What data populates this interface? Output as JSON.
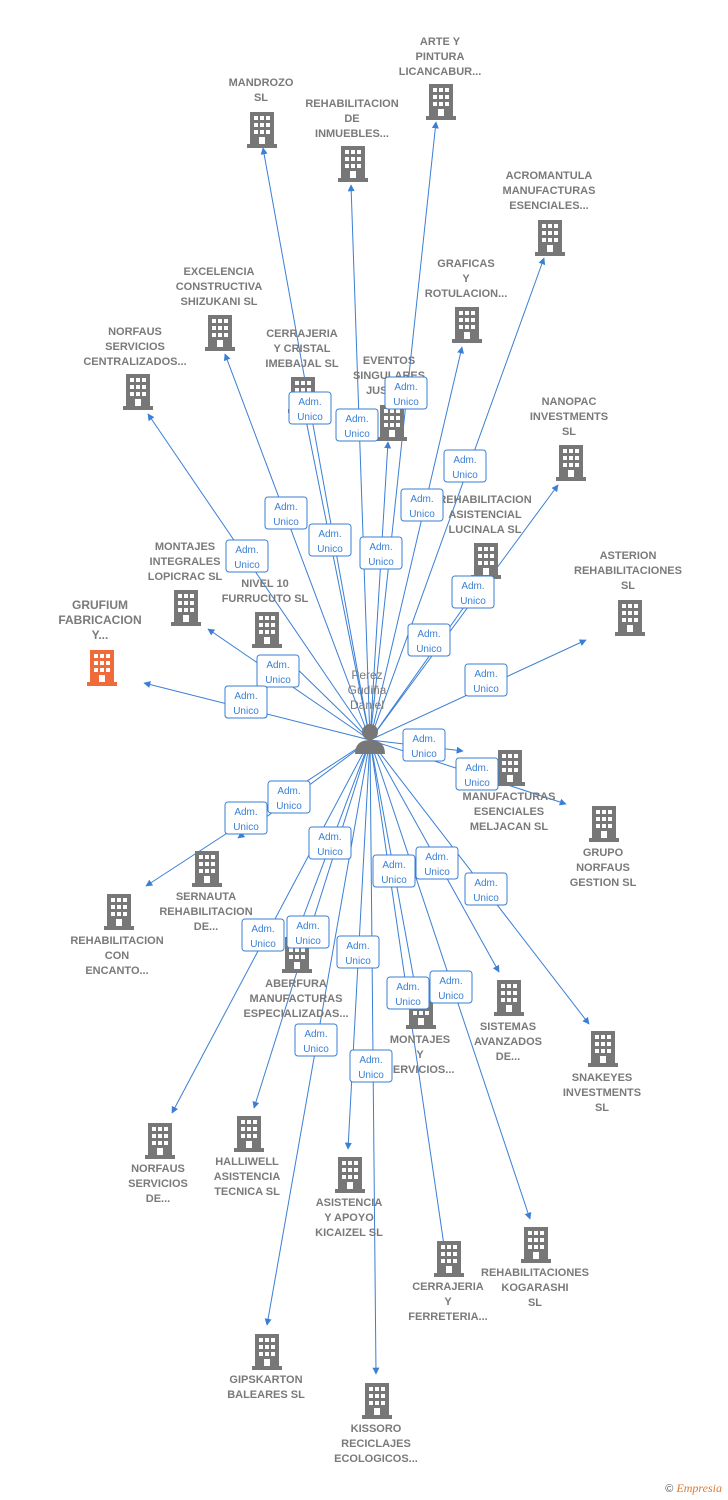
{
  "colors": {
    "edge": "#3a7fd5",
    "building": "#777777",
    "highlight": "#f06a3a",
    "text": "#7a7a7a"
  },
  "person": {
    "lines": [
      "Perez",
      "Gudiña",
      "Daniel"
    ],
    "icon": "person-icon"
  },
  "edge_label": [
    "Adm.",
    "Unico"
  ],
  "footer": {
    "copyright": "©",
    "brand": "Empresia"
  },
  "companies": [
    {
      "id": "mandrozo",
      "lines": [
        "MANDROZO",
        "SL"
      ]
    },
    {
      "id": "rehab-inmuebles",
      "lines": [
        "REHABILITACION",
        "DE",
        "INMUEBLES..."
      ]
    },
    {
      "id": "arte-pintura",
      "lines": [
        "ARTE Y",
        "PINTURA",
        "LICANCABUR..."
      ]
    },
    {
      "id": "acromantula",
      "lines": [
        "ACROMANTULA",
        "MANUFACTURAS",
        "ESENCIALES..."
      ]
    },
    {
      "id": "graficas",
      "lines": [
        "GRAFICAS",
        "Y",
        "ROTULACION..."
      ]
    },
    {
      "id": "excelencia",
      "lines": [
        "EXCELENCIA",
        "CONSTRUCTIVA",
        "SHIZUKANI  SL"
      ]
    },
    {
      "id": "norfaus-serv",
      "lines": [
        "NORFAUS",
        "SERVICIOS",
        "CENTRALIZADOS..."
      ]
    },
    {
      "id": "cerrajeria-cristal",
      "lines": [
        "CERRAJERIA",
        "Y CRISTAL",
        "IMEBAJAL  SL"
      ]
    },
    {
      "id": "eventos",
      "lines": [
        "EVENTOS",
        "SINGULARES",
        "JUSEA..."
      ]
    },
    {
      "id": "nanopac",
      "lines": [
        "NANOPAC",
        "INVESTMENTS",
        "SL"
      ]
    },
    {
      "id": "rehab-asistencial",
      "lines": [
        "REHABILITACION",
        "ASISTENCIAL",
        "LUCINALA  SL"
      ]
    },
    {
      "id": "asterion",
      "lines": [
        "ASTERION",
        "REHABILITACIONES",
        "SL"
      ]
    },
    {
      "id": "montajes-lopicrac",
      "lines": [
        "MONTAJES",
        "INTEGRALES",
        "LOPICRAC  SL"
      ]
    },
    {
      "id": "nivel10",
      "lines": [
        "NIVEL 10",
        "FURRUCUTO SL"
      ]
    },
    {
      "id": "grufium",
      "lines": [
        "GRUFIUM",
        "FABRICACION",
        "Y..."
      ]
    },
    {
      "id": "meljacan",
      "lines": [
        "MANUFACTURAS",
        "ESENCIALES",
        "MELJACAN  SL"
      ]
    },
    {
      "id": "grupo-norfaus",
      "lines": [
        "GRUPO",
        "NORFAUS",
        "GESTION  SL"
      ]
    },
    {
      "id": "sernauta",
      "lines": [
        "SERNAUTA",
        "REHABILITACION",
        "DE..."
      ]
    },
    {
      "id": "rehab-encanto",
      "lines": [
        "REHABILITACION",
        "CON",
        "ENCANTO..."
      ]
    },
    {
      "id": "aberfura",
      "lines": [
        "ABERFURA",
        "MANUFACTURAS",
        "ESPECIALIZADAS..."
      ]
    },
    {
      "id": "montajes-servicios",
      "lines": [
        "MONTAJES",
        "Y",
        "SERVICIOS..."
      ]
    },
    {
      "id": "sistemas",
      "lines": [
        "SISTEMAS",
        "AVANZADOS",
        "DE..."
      ]
    },
    {
      "id": "snakeyes",
      "lines": [
        "SNAKEYES",
        "INVESTMENTS",
        "SL"
      ]
    },
    {
      "id": "norfaus-de",
      "lines": [
        "NORFAUS",
        "SERVICIOS",
        "DE..."
      ]
    },
    {
      "id": "halliwell",
      "lines": [
        "HALLIWELL",
        "ASISTENCIA",
        "TECNICA  SL"
      ]
    },
    {
      "id": "asistencia-apoyo",
      "lines": [
        "ASISTENCIA",
        "Y APOYO",
        "KICAIZEL  SL"
      ]
    },
    {
      "id": "cerrajeria-ferreteria",
      "lines": [
        "CERRAJERIA",
        "Y",
        "FERRETERIA..."
      ]
    },
    {
      "id": "kogarashi",
      "lines": [
        "REHABILITACIONES",
        "KOGARASHI",
        "SL"
      ]
    },
    {
      "id": "gipskarton",
      "lines": [
        "GIPSKARTON",
        "BALEARES  SL"
      ]
    },
    {
      "id": "kissoro",
      "lines": [
        "KISSORO",
        "RECICLAJES",
        "ECOLOGICOS..."
      ]
    }
  ]
}
